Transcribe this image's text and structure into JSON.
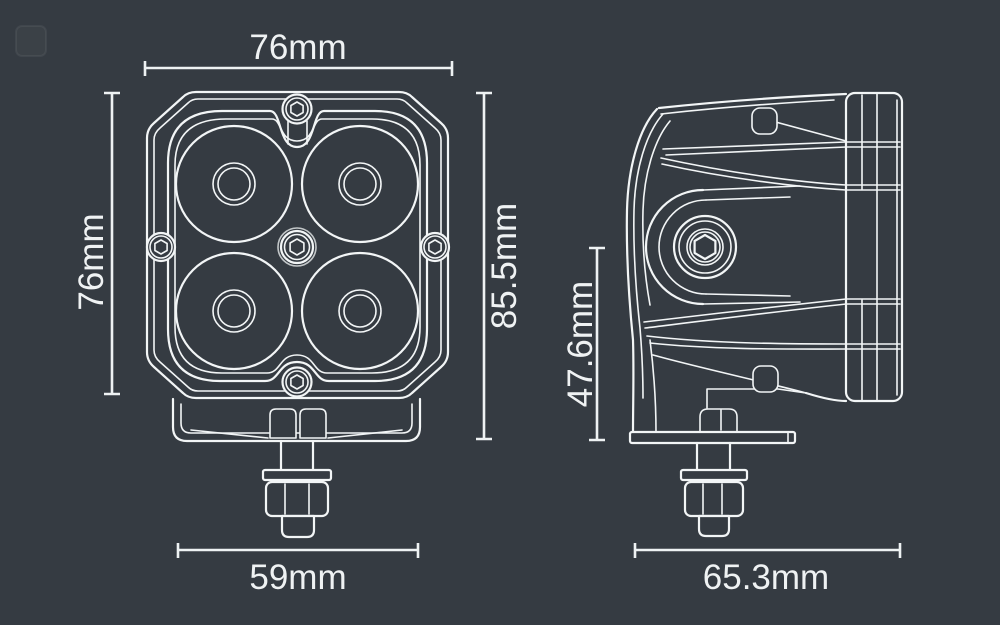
{
  "canvas": {
    "background_color": "#353b42",
    "line_color": "#f2f5f6",
    "text_color": "#eff2f3"
  },
  "views": {
    "front": {
      "name": "front-view"
    },
    "side": {
      "name": "side-view"
    }
  },
  "dimensions": {
    "front_width": "76mm",
    "front_height": "76mm",
    "front_total_height": "85.5mm",
    "front_bracket_width": "59mm",
    "side_height": "47.6mm",
    "side_depth": "65.3mm"
  }
}
